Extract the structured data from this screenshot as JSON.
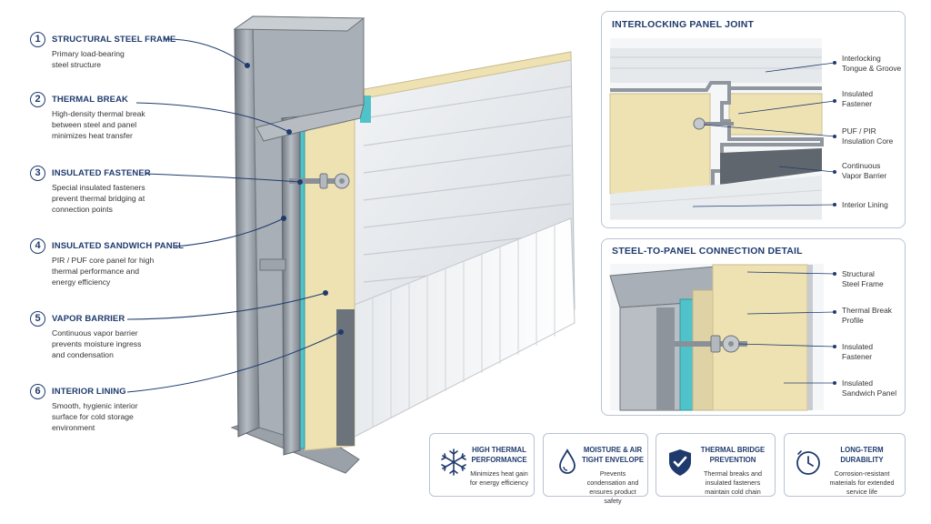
{
  "legend": [
    {
      "num": "1",
      "title": "STRUCTURAL STEEL FRAME",
      "desc": "Primary load-bearing steel structure"
    },
    {
      "num": "2",
      "title": "THERMAL BREAK",
      "desc": "High-density thermal break between steel and panel minimizes heat transfer"
    },
    {
      "num": "3",
      "title": "INSULATED FASTENER",
      "desc": "Special insulated fasteners prevent thermal bridging at connection points"
    },
    {
      "num": "4",
      "title": "INSULATED SANDWICH PANEL",
      "desc": "PIR / PUF core panel for high thermal performance and energy efficiency"
    },
    {
      "num": "5",
      "title": "VAPOR BARRIER",
      "desc": "Continuous vapor barrier prevents moisture ingress and condensation"
    },
    {
      "num": "6",
      "title": "INTERIOR LINING",
      "desc": "Smooth, hygienic interior surface for cold storage environment"
    }
  ],
  "joint_panel": {
    "title": "INTERLOCKING PANEL JOINT",
    "callouts": [
      "Interlocking Tongue & Groove",
      "Insulated Fastener",
      "PUF / PIR Insulation Core",
      "Continuous Vapor Barrier",
      "Interior Lining"
    ]
  },
  "connection_panel": {
    "title": "STEEL-TO-PANEL CONNECTION DETAIL",
    "callouts": [
      "Structural Steel Frame",
      "Thermal Break Profile",
      "Insulated Fastener",
      "Insulated Sandwich Panel"
    ]
  },
  "features": [
    {
      "icon": "snowflake-icon",
      "title": "HIGH THERMAL PERFORMANCE",
      "desc": "Minimizes heat gain for energy efficiency"
    },
    {
      "icon": "water-drop-icon",
      "title": "MOISTURE & AIR TIGHT ENVELOPE",
      "desc": "Prevents condensation and ensures product safety"
    },
    {
      "icon": "shield-check-icon",
      "title": "THERMAL BRIDGE PREVENTION",
      "desc": "Thermal breaks and insulated fasteners maintain cold chain"
    },
    {
      "icon": "clock-icon",
      "title": "LONG-TERM DURABILITY",
      "desc": "Corrosion-resistant materials for extended service life"
    }
  ],
  "colors": {
    "accent": "#1f3b6e",
    "insulation": "#efe2b2",
    "thermal_break": "#4fc3c9",
    "steel": "#8d949c"
  }
}
